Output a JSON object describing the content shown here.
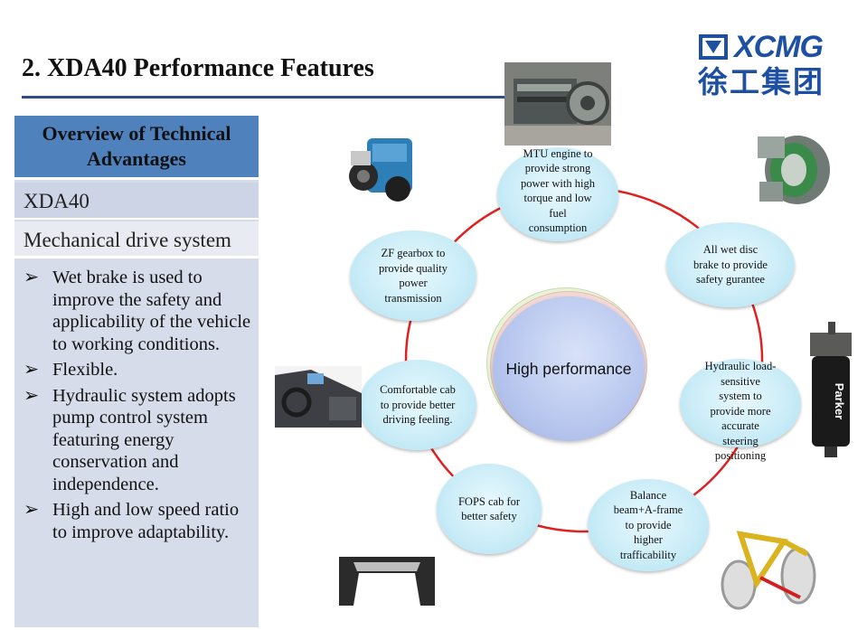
{
  "header": {
    "title": "2. XDA40 Performance Features"
  },
  "logo": {
    "latin": "XCMG",
    "chinese": "徐工集团"
  },
  "panel": {
    "heading": "Overview of Technical Advantages",
    "model": "XDA40",
    "drive": "Mechanical drive system",
    "bullets": [
      "Wet brake is used to improve the safety and applicability  of the vehicle to working conditions.",
      "Flexible.",
      "Hydraulic system adopts pump control system featuring energy conservation and independence.",
      "High and low speed ratio to improve adaptability."
    ]
  },
  "diagram": {
    "center": "High performance",
    "nodes": {
      "engine": "MTU engine to provide strong power with high torque and low fuel consumption",
      "gearbox": "ZF gearbox to provide quality power transmission",
      "brake": "All wet disc brake to provide safety gurantee",
      "cab": "Comfortable cab to provide better driving feeling.",
      "hydraulic": "Hydraulic load-sensitive system to provide more accurate steering positioning",
      "fops": "FOPS cab for better safety",
      "balance": "Balance beam+A-frame to provide higher trafficability"
    }
  },
  "colors": {
    "ring": "#e02020",
    "title_rule": "#2f4b8a",
    "brand": "#1d4fa3",
    "panel_head": "#4f81bd"
  }
}
